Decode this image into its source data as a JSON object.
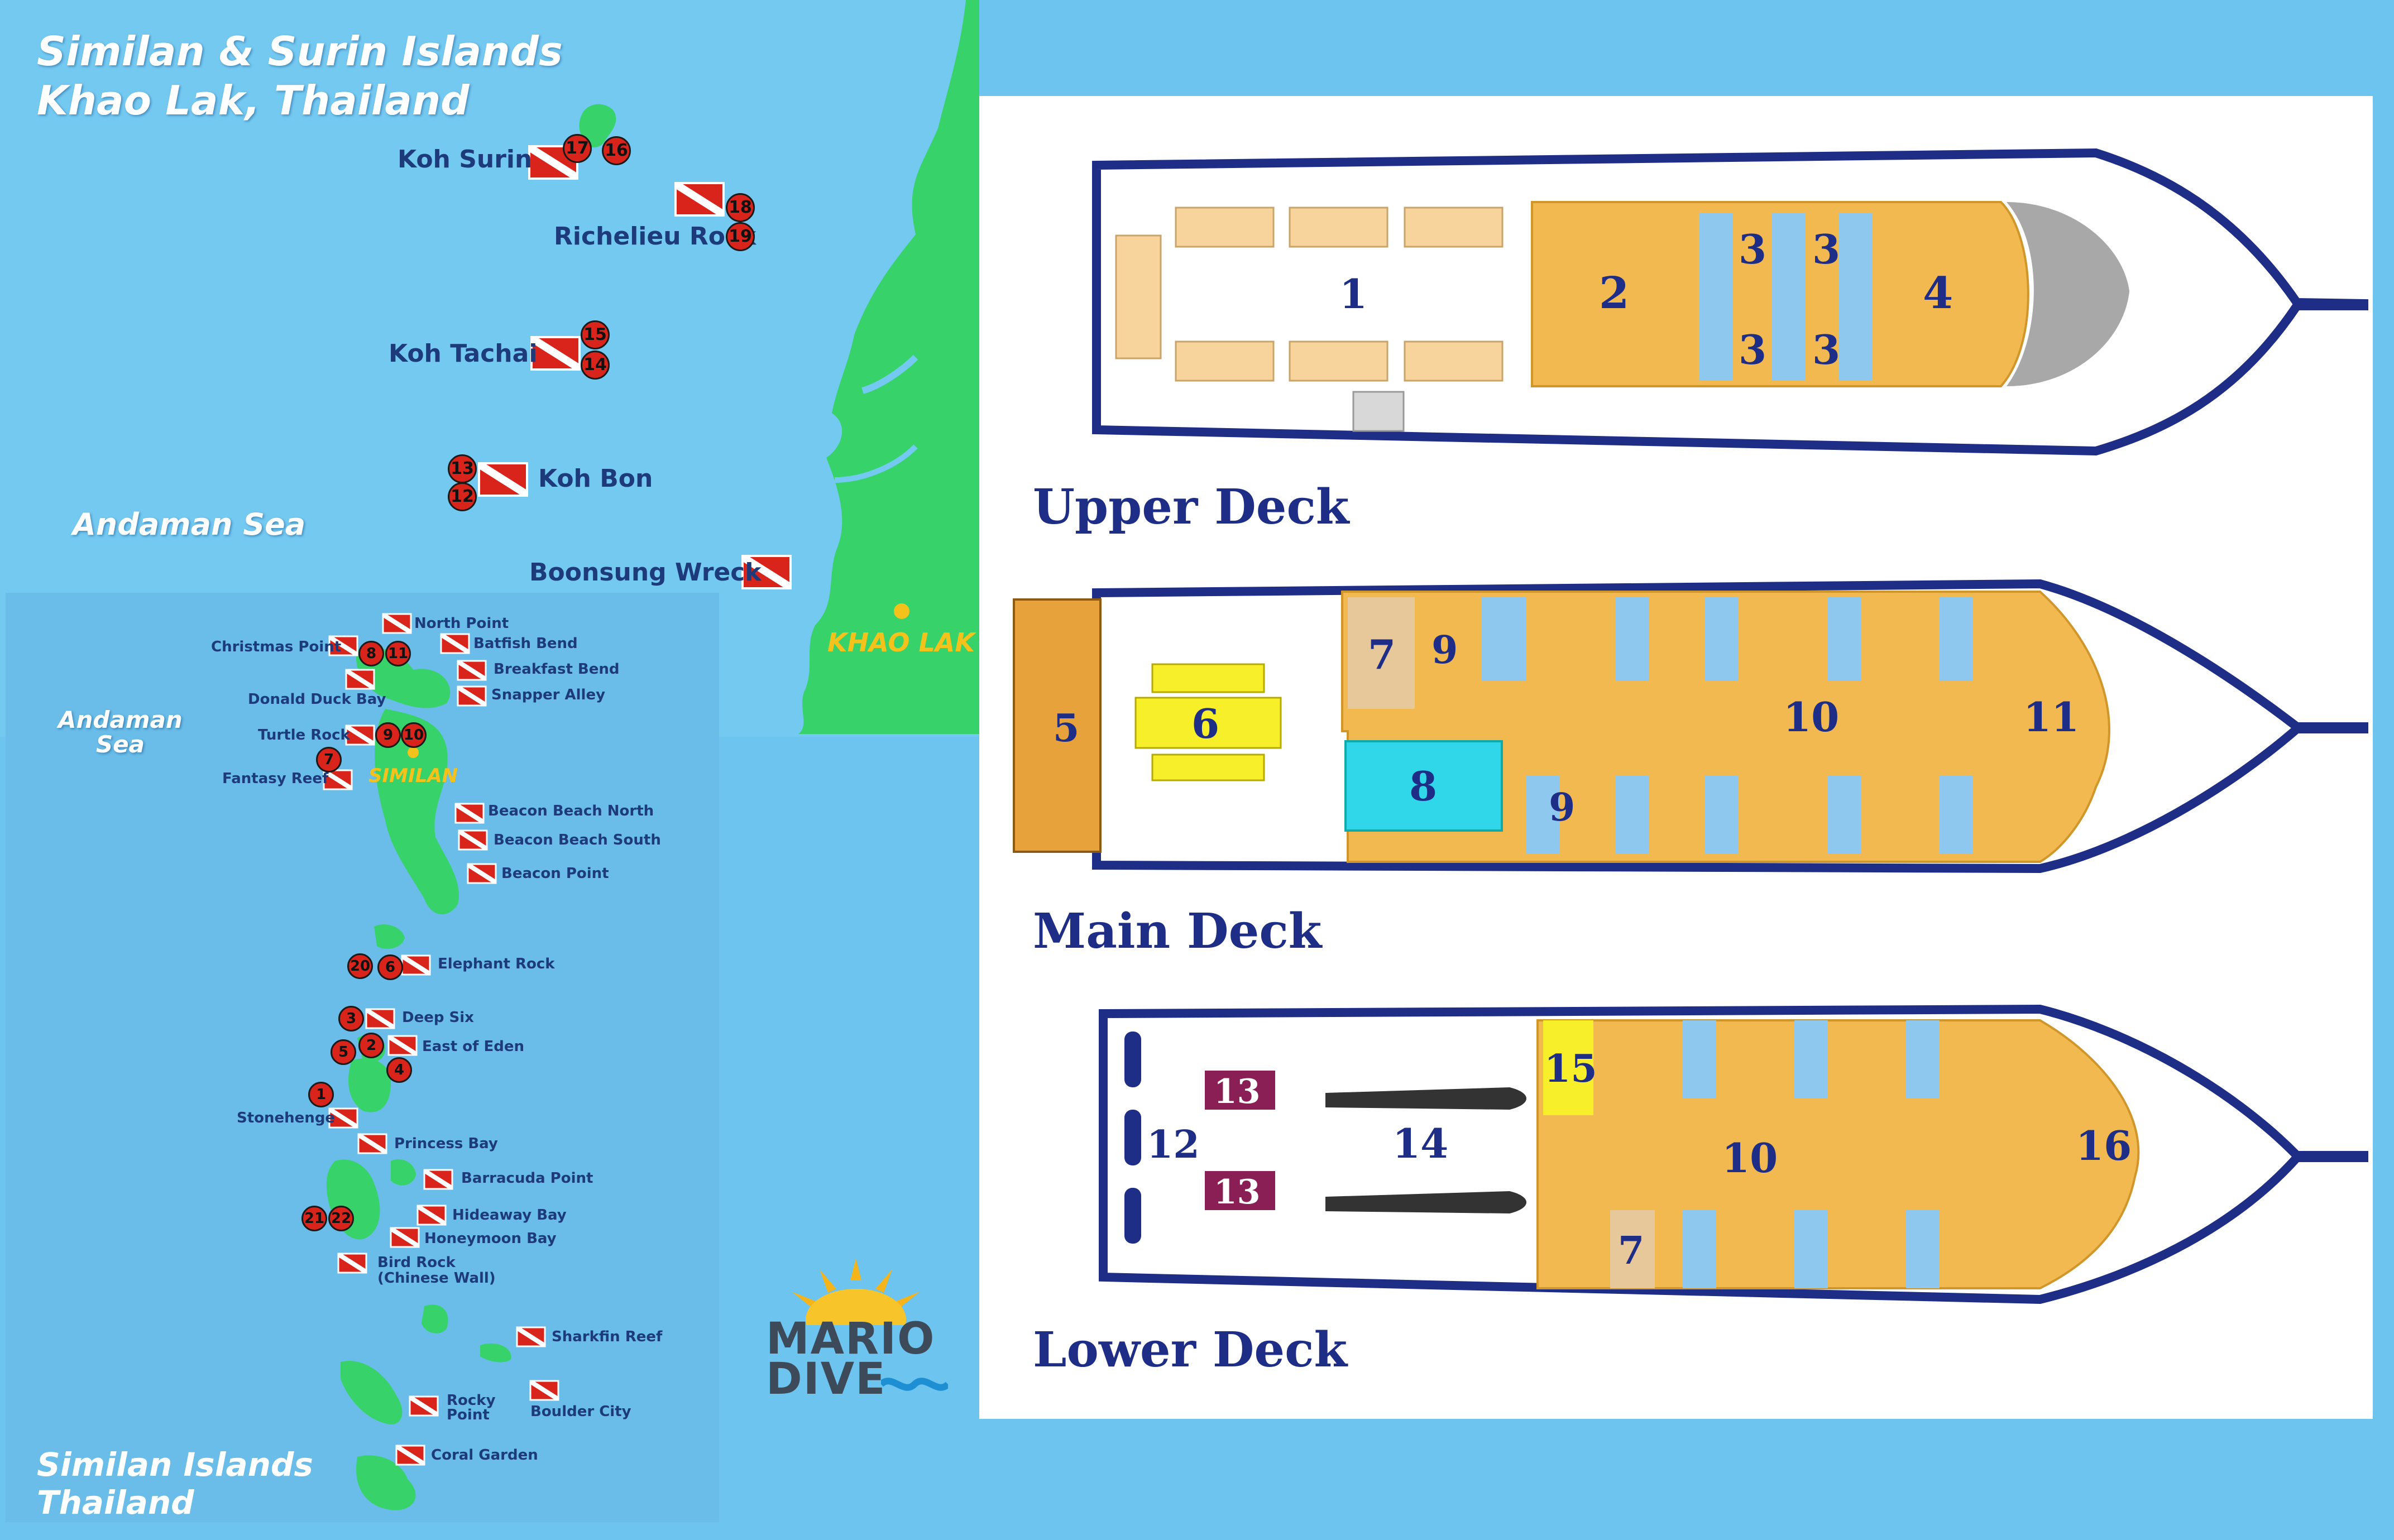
{
  "map": {
    "title_line1": "Similan & Surin Islands",
    "title_line2": "Khao Lak, Thailand",
    "sea_label": "Andaman Sea",
    "inset_sea_line1": "Andaman",
    "inset_sea_line2": "Sea",
    "town_label": "KHAO LAK",
    "similan_town_label": "SIMILAN",
    "inset_title_line1": "Similan Islands",
    "inset_title_line2": "Thailand",
    "colors": {
      "sea": "#6cc4ef",
      "land": "#37d36a",
      "dive_flag": "#d8241b",
      "label": "#1d3a7a",
      "town": "#f4c21a"
    },
    "north_sites": [
      {
        "name": "Koh Surin",
        "numbers": [
          "17",
          "16"
        ]
      },
      {
        "name": "Richelieu Rock",
        "numbers": [
          "18",
          "19"
        ]
      },
      {
        "name": "Koh Tachai",
        "numbers": [
          "15",
          "14"
        ]
      },
      {
        "name": "Koh Bon",
        "numbers": [
          "13",
          "12"
        ]
      },
      {
        "name": "Boonsung Wreck",
        "numbers": []
      }
    ],
    "similan_sites": [
      {
        "name": "North Point"
      },
      {
        "name": "Christmas Point",
        "numbers": [
          "8",
          "11"
        ]
      },
      {
        "name": "Batfish Bend"
      },
      {
        "name": "Breakfast Bend"
      },
      {
        "name": "Donald Duck Bay"
      },
      {
        "name": "Snapper Alley"
      },
      {
        "name": "Turtle Rock",
        "numbers": [
          "9",
          "10"
        ]
      },
      {
        "name": "Fantasy Reef",
        "numbers": [
          "7"
        ]
      },
      {
        "name": "Beacon Beach North"
      },
      {
        "name": "Beacon Beach South"
      },
      {
        "name": "Beacon Point"
      },
      {
        "name": "Elephant Rock",
        "numbers": [
          "20",
          "6"
        ]
      },
      {
        "name": "Deep Six",
        "numbers": [
          "3"
        ]
      },
      {
        "name": "East of Eden",
        "numbers": [
          "5",
          "2",
          "4"
        ]
      },
      {
        "name": "Stonehenge",
        "numbers": [
          "1"
        ]
      },
      {
        "name": "Princess Bay"
      },
      {
        "name": "Barracuda Point"
      },
      {
        "name": "Hideaway Bay",
        "numbers": [
          "21",
          "22"
        ]
      },
      {
        "name": "Honeymoon Bay"
      },
      {
        "name": "Bird Rock",
        "subtitle": "(Chinese Wall)"
      },
      {
        "name": "Sharkfin Reef"
      },
      {
        "name": "Rocky",
        "subtitle": "Point"
      },
      {
        "name": "Boulder City"
      },
      {
        "name": "Coral Garden"
      }
    ]
  },
  "logo": {
    "line1": "MARIO",
    "line2": "DIVE"
  },
  "decks": {
    "upper": {
      "title": "Upper Deck",
      "cabins": [
        "1",
        "2",
        "3",
        "3",
        "3",
        "3",
        "4"
      ]
    },
    "main": {
      "title": "Main Deck",
      "cabins": [
        "5",
        "6",
        "7",
        "9",
        "10",
        "11",
        "8",
        "9"
      ]
    },
    "lower": {
      "title": "Lower Deck",
      "cabins": [
        "13",
        "13",
        "12",
        "14",
        "15",
        "10",
        "16",
        "7"
      ]
    },
    "colors": {
      "hull": "#1e2e86",
      "deck_floor": "#f1b94f",
      "bunk": "#8fc8ee",
      "bench": "#f6d49b",
      "pool": "#2fd7e8",
      "table": "#f7ef2a",
      "marker": "#8a1f55",
      "wood": "#e8a23b"
    }
  }
}
